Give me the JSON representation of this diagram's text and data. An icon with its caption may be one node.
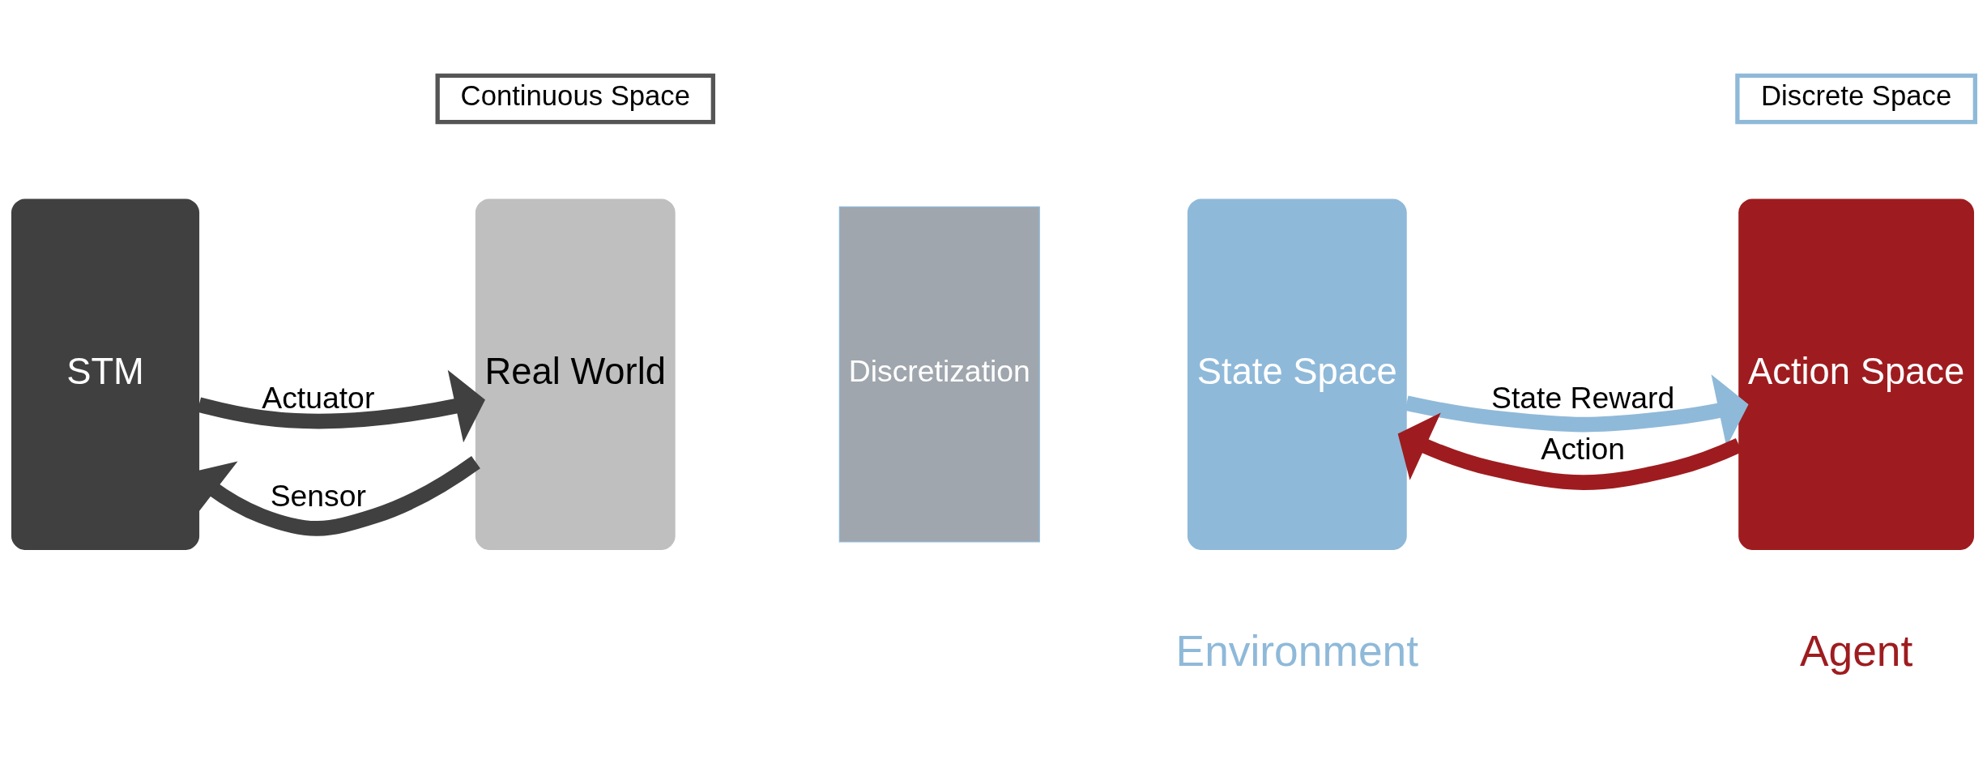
{
  "diagram": {
    "nodes": [
      {
        "text": [
          "STM"
        ]
      },
      {
        "text": [
          "Real World"
        ]
      },
      {
        "text": [
          "Discretization"
        ]
      },
      {
        "text": [
          "State Space"
        ]
      },
      {
        "text": [
          "Action Space"
        ]
      },
      {
        "text": [
          "Continuous Space"
        ]
      },
      {
        "text": [
          "Discrete Space"
        ]
      }
    ],
    "edges": [
      {
        "from": 1,
        "to": 0,
        "label": "Sensor",
        "arrow": "to",
        "color": "#404040"
      },
      {
        "from": 0,
        "to": 1,
        "label": "Actuator",
        "arrow": "to",
        "color": "#404040"
      },
      {
        "from": 3,
        "to": 4,
        "label": "State Reward",
        "arrow": "to",
        "color": "#8fb9d9"
      },
      {
        "from": 4,
        "to": 3,
        "label": "Action",
        "arrow": "to",
        "color": "#9e1c1f"
      }
    ],
    "labels": [
      "Environment",
      "Agent"
    ]
  }
}
